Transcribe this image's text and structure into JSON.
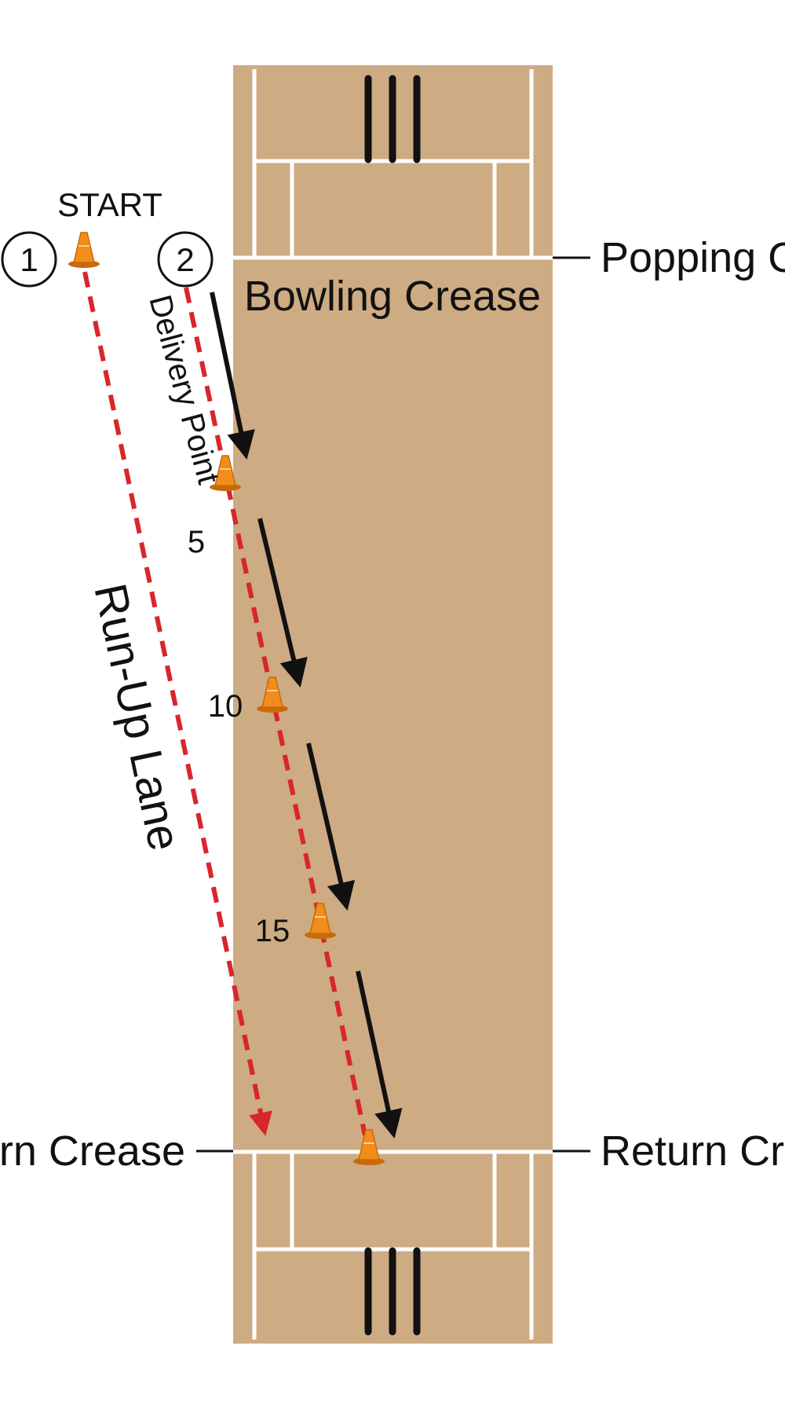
{
  "labels": {
    "start": "START",
    "marker_1": "1",
    "marker_2": "2",
    "bowling_crease": "Bowling Crease",
    "popping_crease": "Popping Crease",
    "delivery_point": "Delivery Point",
    "run_up_lane": "Run-Up Lane",
    "return_crease_left": "Return Crease",
    "return_crease_right": "Return Crease",
    "step_5": "5",
    "step_10": "10",
    "step_15": "15"
  },
  "colors": {
    "pitch": "#cdab83",
    "crease_lines": "#ffffff",
    "stumps": "#111111",
    "dashed_path": "#d8262b",
    "arrows": "#111111",
    "cone": "#f28c1b",
    "cone_dark": "#c86a0a"
  },
  "icons": {
    "cone": "traffic-cone-icon",
    "stumps": "stumps-icon",
    "arrow": "arrow-down-icon"
  }
}
